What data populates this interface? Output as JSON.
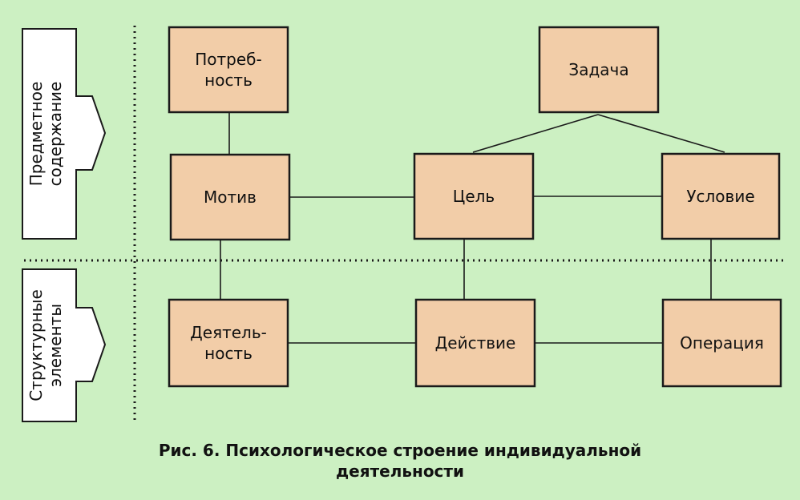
{
  "diagram": {
    "colors": {
      "background": "#ccf0c2",
      "box_fill": "#f2cda8",
      "box_stroke": "#1a1a1a",
      "line": "#1a1a1a",
      "side_fill": "#ffffff"
    },
    "side_labels": {
      "subject_content": [
        "Предметное",
        "содержание"
      ],
      "structural_elements": [
        "Структурные",
        "элементы"
      ]
    },
    "nodes": {
      "need": {
        "lines": [
          "Потреб-",
          "ность"
        ]
      },
      "task": {
        "lines": [
          "Задача"
        ]
      },
      "motive": {
        "lines": [
          "Мотив"
        ]
      },
      "goal": {
        "lines": [
          "Цель"
        ]
      },
      "condition": {
        "lines": [
          "Условие"
        ]
      },
      "activity": {
        "lines": [
          "Деятель-",
          "ность"
        ]
      },
      "action": {
        "lines": [
          "Действие"
        ]
      },
      "operation": {
        "lines": [
          "Операция"
        ]
      }
    },
    "connections": [
      [
        "need",
        "motive"
      ],
      [
        "motive",
        "goal"
      ],
      [
        "goal",
        "condition"
      ],
      [
        "task",
        "goal"
      ],
      [
        "task",
        "condition"
      ],
      [
        "motive",
        "activity"
      ],
      [
        "goal",
        "action"
      ],
      [
        "condition",
        "operation"
      ],
      [
        "activity",
        "action"
      ],
      [
        "action",
        "operation"
      ]
    ]
  },
  "caption": {
    "line1": "Рис. 6. Психологическое строение индивидуальной",
    "line2": "деятельности"
  }
}
